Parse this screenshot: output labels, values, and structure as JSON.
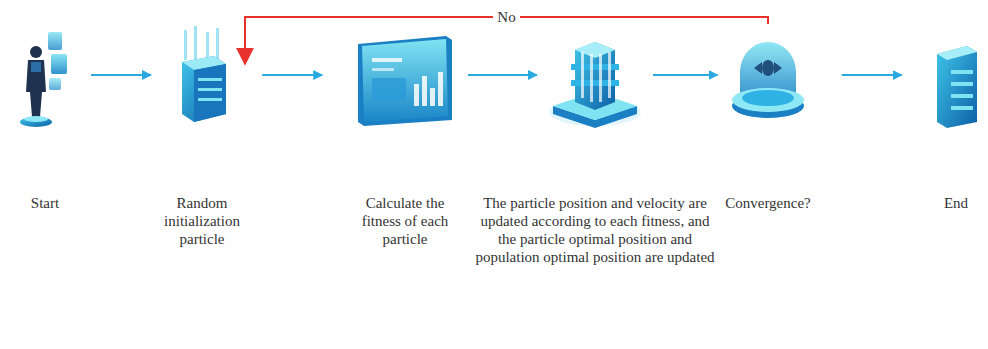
{
  "diagram": {
    "nodes": [
      {
        "text": [
          "Start"
        ]
      },
      {
        "text": [
          "Random initialization particle"
        ]
      },
      {
        "text": [
          "Calculate the fitness of each particle"
        ]
      },
      {
        "text": [
          "The particle position and velocity are updated according to each fitness, and the particle optimal position and population optimal position are updated"
        ]
      },
      {
        "text": [
          "Convergence?"
        ]
      },
      {
        "text": [
          "End"
        ]
      }
    ],
    "edges": [
      {
        "from": 0,
        "to": 1,
        "arrow": "to"
      },
      {
        "from": 1,
        "to": 2,
        "arrow": "to"
      },
      {
        "from": 2,
        "to": 3,
        "arrow": "to"
      },
      {
        "from": 3,
        "to": 4,
        "arrow": "to"
      },
      {
        "from": 4,
        "to": 5,
        "arrow": "to"
      },
      {
        "from": 4,
        "to": 2,
        "label": "No",
        "arrow": "to"
      }
    ]
  }
}
